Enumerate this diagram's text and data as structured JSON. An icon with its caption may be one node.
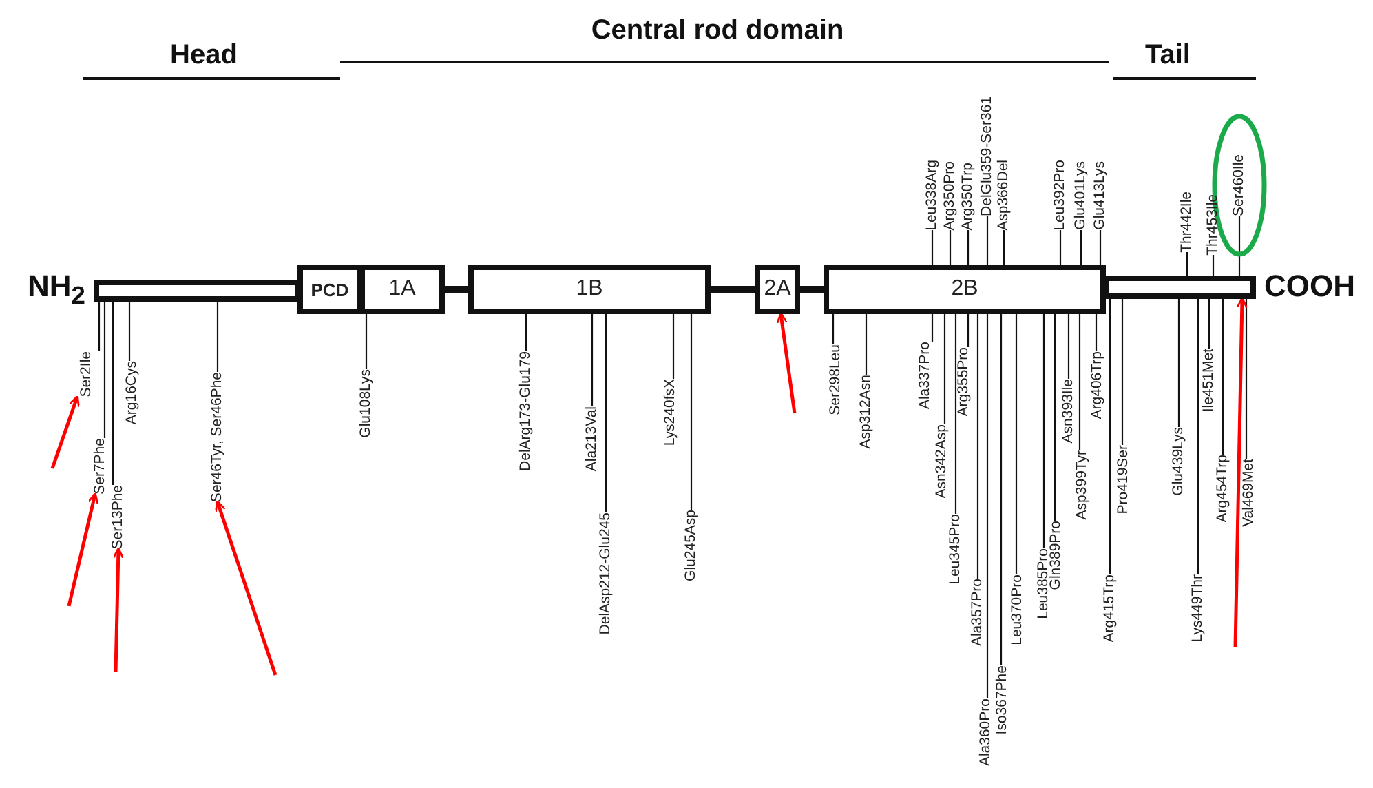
{
  "diagram": {
    "nodes": [
      {
        "text": [],
        "shape": "bar",
        "beside": [
          "NH$_{2}$"
        ]
      },
      {
        "text": [
          "PCD"
        ]
      },
      {
        "text": [
          "1A"
        ]
      },
      {
        "text": [
          "1B"
        ]
      },
      {
        "text": [
          "2A"
        ]
      },
      {
        "text": [
          "2B"
        ]
      },
      {
        "text": [],
        "shape": "bar",
        "beside": [
          "COOH"
        ]
      },
      {
        "text": [
          "Ser2Ile"
        ]
      },
      {
        "text": [
          "Ser7Phe"
        ]
      },
      {
        "text": [
          "Ser13Phe"
        ]
      },
      {
        "text": [
          "Arg16Cys"
        ]
      },
      {
        "text": [
          "Ser46Tyr, Ser46Phe"
        ]
      },
      {
        "text": [
          "Glu108Lys"
        ]
      },
      {
        "text": [
          "DelArg173-Glu179"
        ]
      },
      {
        "text": [
          "Ala213Val"
        ]
      },
      {
        "text": [
          "DelAsp212-Glu245"
        ]
      },
      {
        "text": [
          "Lys240fsX"
        ]
      },
      {
        "text": [
          "Glu245Asp"
        ]
      },
      {
        "text": [
          "Ser298Leu"
        ]
      },
      {
        "text": [
          "Asp312Asn"
        ]
      },
      {
        "text": [
          "Ala337Pro"
        ]
      },
      {
        "text": [
          "Leu338Arg"
        ]
      },
      {
        "text": [
          "Asn342Asp"
        ]
      },
      {
        "text": [
          "Leu345Pro"
        ]
      },
      {
        "text": [
          "Arg350Pro"
        ]
      },
      {
        "text": [
          "Arg350Trp"
        ]
      },
      {
        "text": [
          "Arg355Pro"
        ]
      },
      {
        "text": [
          "Ala357Pro"
        ]
      },
      {
        "text": [
          "DelGlu359-Ser361"
        ]
      },
      {
        "text": [
          "Ala360Pro"
        ]
      },
      {
        "text": [
          "Asp366Del"
        ]
      },
      {
        "text": [
          "Iso367Phe"
        ]
      },
      {
        "text": [
          "Leu370Pro"
        ]
      },
      {
        "text": [
          "Leu385Pro"
        ]
      },
      {
        "text": [
          "Gln389Pro"
        ]
      },
      {
        "text": [
          "Leu392Pro"
        ]
      },
      {
        "text": [
          "Asn393Ile"
        ]
      },
      {
        "text": [
          "Asp399Tyr"
        ]
      },
      {
        "text": [
          "Glu401Lys"
        ]
      },
      {
        "text": [
          "Arg406Trp"
        ]
      },
      {
        "text": [
          "Glu413Lys"
        ]
      },
      {
        "text": [
          "Arg415Trp"
        ]
      },
      {
        "text": [
          "Pro419Ser"
        ]
      },
      {
        "text": [
          "Glu439Lys"
        ]
      },
      {
        "text": [
          "Thr442Ile"
        ]
      },
      {
        "text": [
          "Lys449Thr"
        ]
      },
      {
        "text": [
          "Ile451Met"
        ]
      },
      {
        "text": [
          "Thr453Ile"
        ]
      },
      {
        "text": [
          "Arg454Trp"
        ]
      },
      {
        "text": [
          "Ser460Ile"
        ]
      },
      {
        "text": [
          "Val469Met"
        ]
      }
    ],
    "edges": [
      {
        "from": 7,
        "to": 0,
        "arrow": "none"
      },
      {
        "from": 8,
        "to": 0,
        "arrow": "none"
      },
      {
        "from": 9,
        "to": 0,
        "arrow": "none"
      },
      {
        "from": 10,
        "to": 0,
        "arrow": "none"
      },
      {
        "from": 11,
        "to": 0,
        "arrow": "none"
      },
      {
        "from": 12,
        "to": 2,
        "arrow": "none"
      },
      {
        "from": 13,
        "to": 3,
        "arrow": "none"
      },
      {
        "from": 14,
        "to": 3,
        "arrow": "none"
      },
      {
        "from": 15,
        "to": 3,
        "arrow": "none"
      },
      {
        "from": 16,
        "to": 3,
        "arrow": "none"
      },
      {
        "from": 17,
        "to": 3,
        "arrow": "none"
      },
      {
        "from": 18,
        "to": 5,
        "arrow": "none"
      },
      {
        "from": 19,
        "to": 5,
        "arrow": "none"
      },
      {
        "from": 20,
        "to": 5,
        "arrow": "none"
      },
      {
        "from": 21,
        "to": 5,
        "arrow": "none"
      },
      {
        "from": 22,
        "to": 5,
        "arrow": "none"
      },
      {
        "from": 23,
        "to": 5,
        "arrow": "none"
      },
      {
        "from": 24,
        "to": 5,
        "arrow": "none"
      },
      {
        "from": 25,
        "to": 5,
        "arrow": "none"
      },
      {
        "from": 26,
        "to": 5,
        "arrow": "none"
      },
      {
        "from": 27,
        "to": 5,
        "arrow": "none"
      },
      {
        "from": 28,
        "to": 5,
        "arrow": "none"
      },
      {
        "from": 29,
        "to": 5,
        "arrow": "none"
      },
      {
        "from": 30,
        "to": 5,
        "arrow": "none"
      },
      {
        "from": 31,
        "to": 5,
        "arrow": "none"
      },
      {
        "from": 32,
        "to": 5,
        "arrow": "none"
      },
      {
        "from": 33,
        "to": 5,
        "arrow": "none"
      },
      {
        "from": 34,
        "to": 5,
        "arrow": "none"
      },
      {
        "from": 35,
        "to": 5,
        "arrow": "none"
      },
      {
        "from": 36,
        "to": 5,
        "arrow": "none"
      },
      {
        "from": 37,
        "to": 5,
        "arrow": "none"
      },
      {
        "from": 38,
        "to": 5,
        "arrow": "none"
      },
      {
        "from": 39,
        "to": 5,
        "arrow": "none"
      },
      {
        "from": 40,
        "to": 5,
        "arrow": "none"
      },
      {
        "from": 41,
        "to": 6,
        "arrow": "none"
      },
      {
        "from": 42,
        "to": 6,
        "arrow": "none"
      },
      {
        "from": 43,
        "to": 6,
        "arrow": "none"
      },
      {
        "from": 44,
        "to": 6,
        "arrow": "none"
      },
      {
        "from": 45,
        "to": 6,
        "arrow": "none"
      },
      {
        "from": 46,
        "to": 6,
        "arrow": "none"
      },
      {
        "from": 47,
        "to": 6,
        "arrow": "none"
      },
      {
        "from": 48,
        "to": 6,
        "arrow": "none"
      },
      {
        "from": 49,
        "to": 6,
        "arrow": "none"
      },
      {
        "from": 50,
        "to": 6,
        "arrow": "none"
      },
      {
        "from": 2,
        "to": 3,
        "arrow": "none",
        "style": "thick"
      },
      {
        "from": 3,
        "to": 4,
        "arrow": "none",
        "style": "thick"
      },
      {
        "from": 4,
        "to": 5,
        "arrow": "none",
        "style": "thick"
      },
      {
        "from": null,
        "to": 7,
        "arrow": "to",
        "color": "#ff0000"
      },
      {
        "from": null,
        "to": 8,
        "arrow": "to",
        "color": "#ff0000"
      },
      {
        "from": null,
        "to": 9,
        "arrow": "to",
        "color": "#ff0000"
      },
      {
        "from": null,
        "to": 11,
        "arrow": "to",
        "color": "#ff0000"
      },
      {
        "from": null,
        "to": 4,
        "arrow": "to",
        "color": "#ff0000"
      },
      {
        "from": null,
        "to": 6,
        "arrow": "to",
        "color": "#ff0000"
      }
    ],
    "labels": [
      "Head",
      "Central rod domain",
      "Tail"
    ]
  }
}
